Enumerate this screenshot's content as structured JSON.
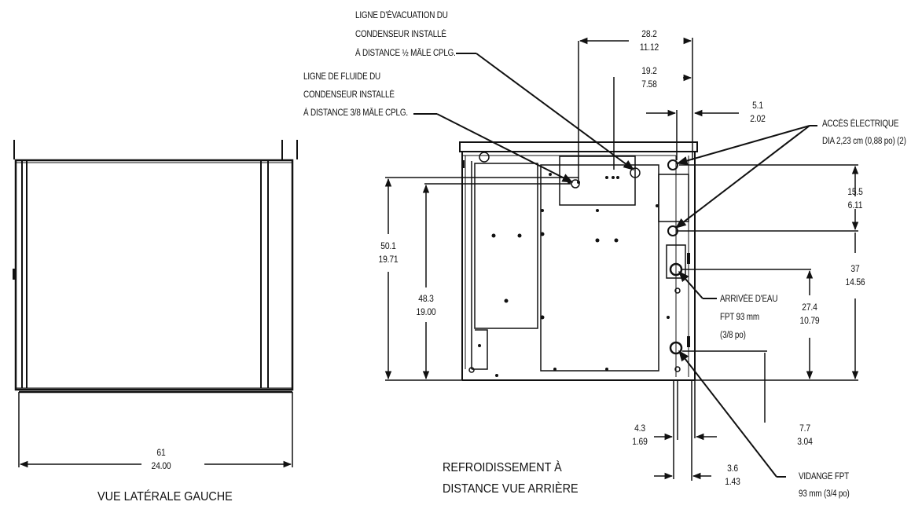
{
  "left_view": {
    "width_cm": "61",
    "width_in": "24.00",
    "caption": "VUE LATÉRALE GAUCHE"
  },
  "rear_view": {
    "caption_line1": "REFROIDISSEMENT À",
    "caption_line2": "DISTANCE VUE ARRIÈRE",
    "callouts": {
      "drain_line": [
        "LIGNE D'ÉVACUATION DU",
        "CONDENSEUR INSTALLÉ",
        "À DISTANCE ½ MÂLE CPLG."
      ],
      "fluid_line": [
        "LIGNE DE FLUIDE DU",
        "CONDENSEUR INSTALLÉ",
        "À DISTANCE 3/8 MÂLE CPLG."
      ],
      "electrical": [
        "ACCÈS ÉLECTRIQUE",
        "DIA 2,23 cm (0,88 po) (2)"
      ],
      "water_inlet": [
        "ARRIVÉE D'EAU",
        "FPT 93 mm",
        "(3/8 po)"
      ],
      "drain": [
        "VIDANGE FPT",
        "93 mm (3/4 po)"
      ]
    },
    "dimensions": {
      "d_28_2": [
        "28.2",
        "11.12"
      ],
      "d_19_2": [
        "19.2",
        "7.58"
      ],
      "d_5_1": [
        "5.1",
        "2.02"
      ],
      "d_15_5": [
        "15.5",
        "6.11"
      ],
      "d_37": [
        "37",
        "14.56"
      ],
      "d_27_4": [
        "27.4",
        "10.79"
      ],
      "d_50_1": [
        "50.1",
        "19.71"
      ],
      "d_48_3": [
        "48.3",
        "19.00"
      ],
      "d_4_3": [
        "4.3",
        "1.69"
      ],
      "d_3_6": [
        "3.6",
        "1.43"
      ],
      "d_7_7": [
        "7.7",
        "3.04"
      ]
    }
  }
}
